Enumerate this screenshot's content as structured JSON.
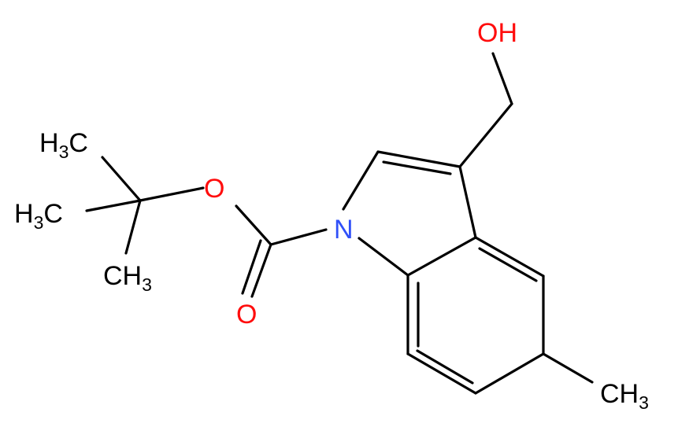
{
  "colors": {
    "bond": "#000000",
    "carbon_label": "#000000",
    "oxygen": "#ff0d0d",
    "nitrogen": "#3050f8"
  },
  "atoms": {
    "oh": "OH",
    "n1": "N",
    "o_ester": "O",
    "o_carbonyl": "O",
    "me_top": {
      "main": "H",
      "sub": "3",
      "tail": "C"
    },
    "me_mid": {
      "main": "H",
      "sub": "3",
      "tail": "C"
    },
    "me_bot": {
      "main": "CH",
      "sub": "3"
    },
    "me_ring": {
      "main": "CH",
      "sub": "3"
    }
  }
}
